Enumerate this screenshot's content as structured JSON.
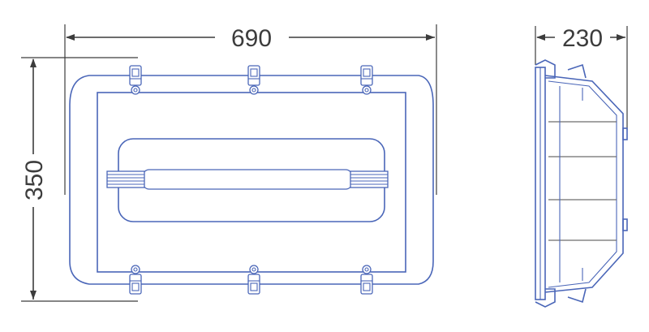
{
  "drawing": {
    "width_label": "690",
    "height_label": "350",
    "depth_label": "230"
  },
  "colors": {
    "outline": "#4a66b8",
    "dimension": "#3c3c3c"
  }
}
